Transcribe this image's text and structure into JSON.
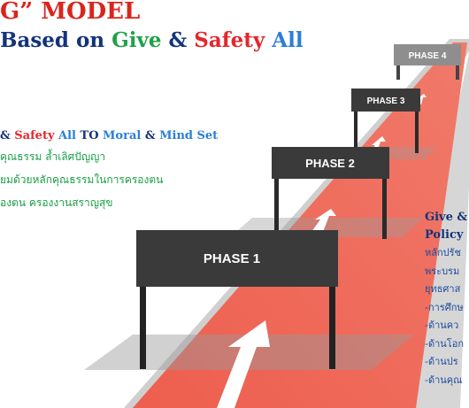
{
  "title": {
    "line1": "G” MODEL",
    "line2_part1": "Based on ",
    "line2_give": "Give",
    "line2_amp": " & ",
    "line2_safety": "Safety",
    "line2_all": " All"
  },
  "left_text": {
    "heading_amp": "& ",
    "heading_safety": "Safety",
    "heading_all": " All ",
    "heading_to": "TO ",
    "heading_moral": "Moral",
    "heading_amp2": " & ",
    "heading_mind": "Mind Set",
    "lines": [
      "คุณธรรม ล้ำเลิศปัญญา",
      "ยมด้วยหลักคุณธรรมในการครองตน",
      "องตน ครองงานสราญสุข"
    ]
  },
  "right_text": {
    "heading1": "Give &",
    "heading2": "Policy",
    "lines": [
      "หลักปรัช",
      "พระบรม",
      "ยุทธศาส",
      "-การศึกษ",
      "-ด้านคว",
      "-ด้านโอก",
      "-ด้านปร",
      "-ด้านคุณ"
    ]
  },
  "phases": [
    "PHASE 1",
    "PHASE 2",
    "PHASE 3",
    "PHASE 4"
  ],
  "colors": {
    "road": "#ec5c4d",
    "road_edge": "#d0d0d0",
    "board": "#3a3a3a",
    "phase4_board": "#8e8e8e",
    "title_red": "#d9261c",
    "navy": "#13337a",
    "green": "#1fa14a",
    "blue": "#2b7fd6"
  }
}
